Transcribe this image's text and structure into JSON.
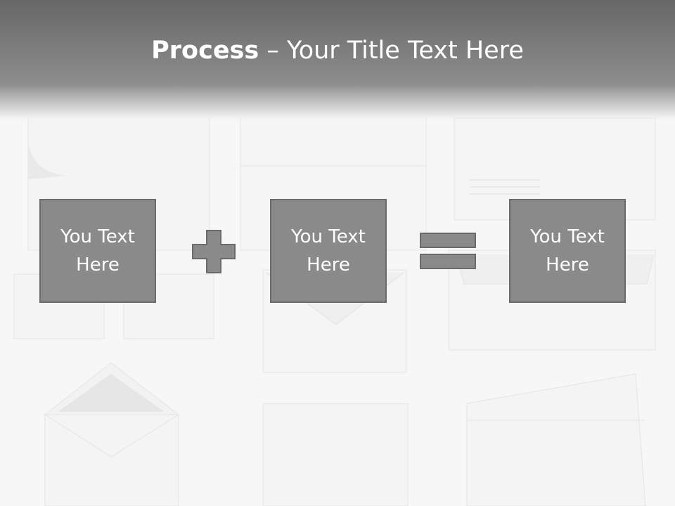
{
  "slide": {
    "title_bold": "Process",
    "title_rest": " – Your Title Text Here"
  },
  "process": {
    "boxes": [
      {
        "text": "You Text Here"
      },
      {
        "text": "You Text Here"
      },
      {
        "text": "You Text Here"
      }
    ],
    "operators": [
      "plus-icon",
      "equals-icon"
    ]
  },
  "colors": {
    "header": "#6e6e6e",
    "box_fill": "#8a8a8a",
    "box_border": "#6a6a6a",
    "text": "#ffffff",
    "background": "#f7f7f7"
  }
}
